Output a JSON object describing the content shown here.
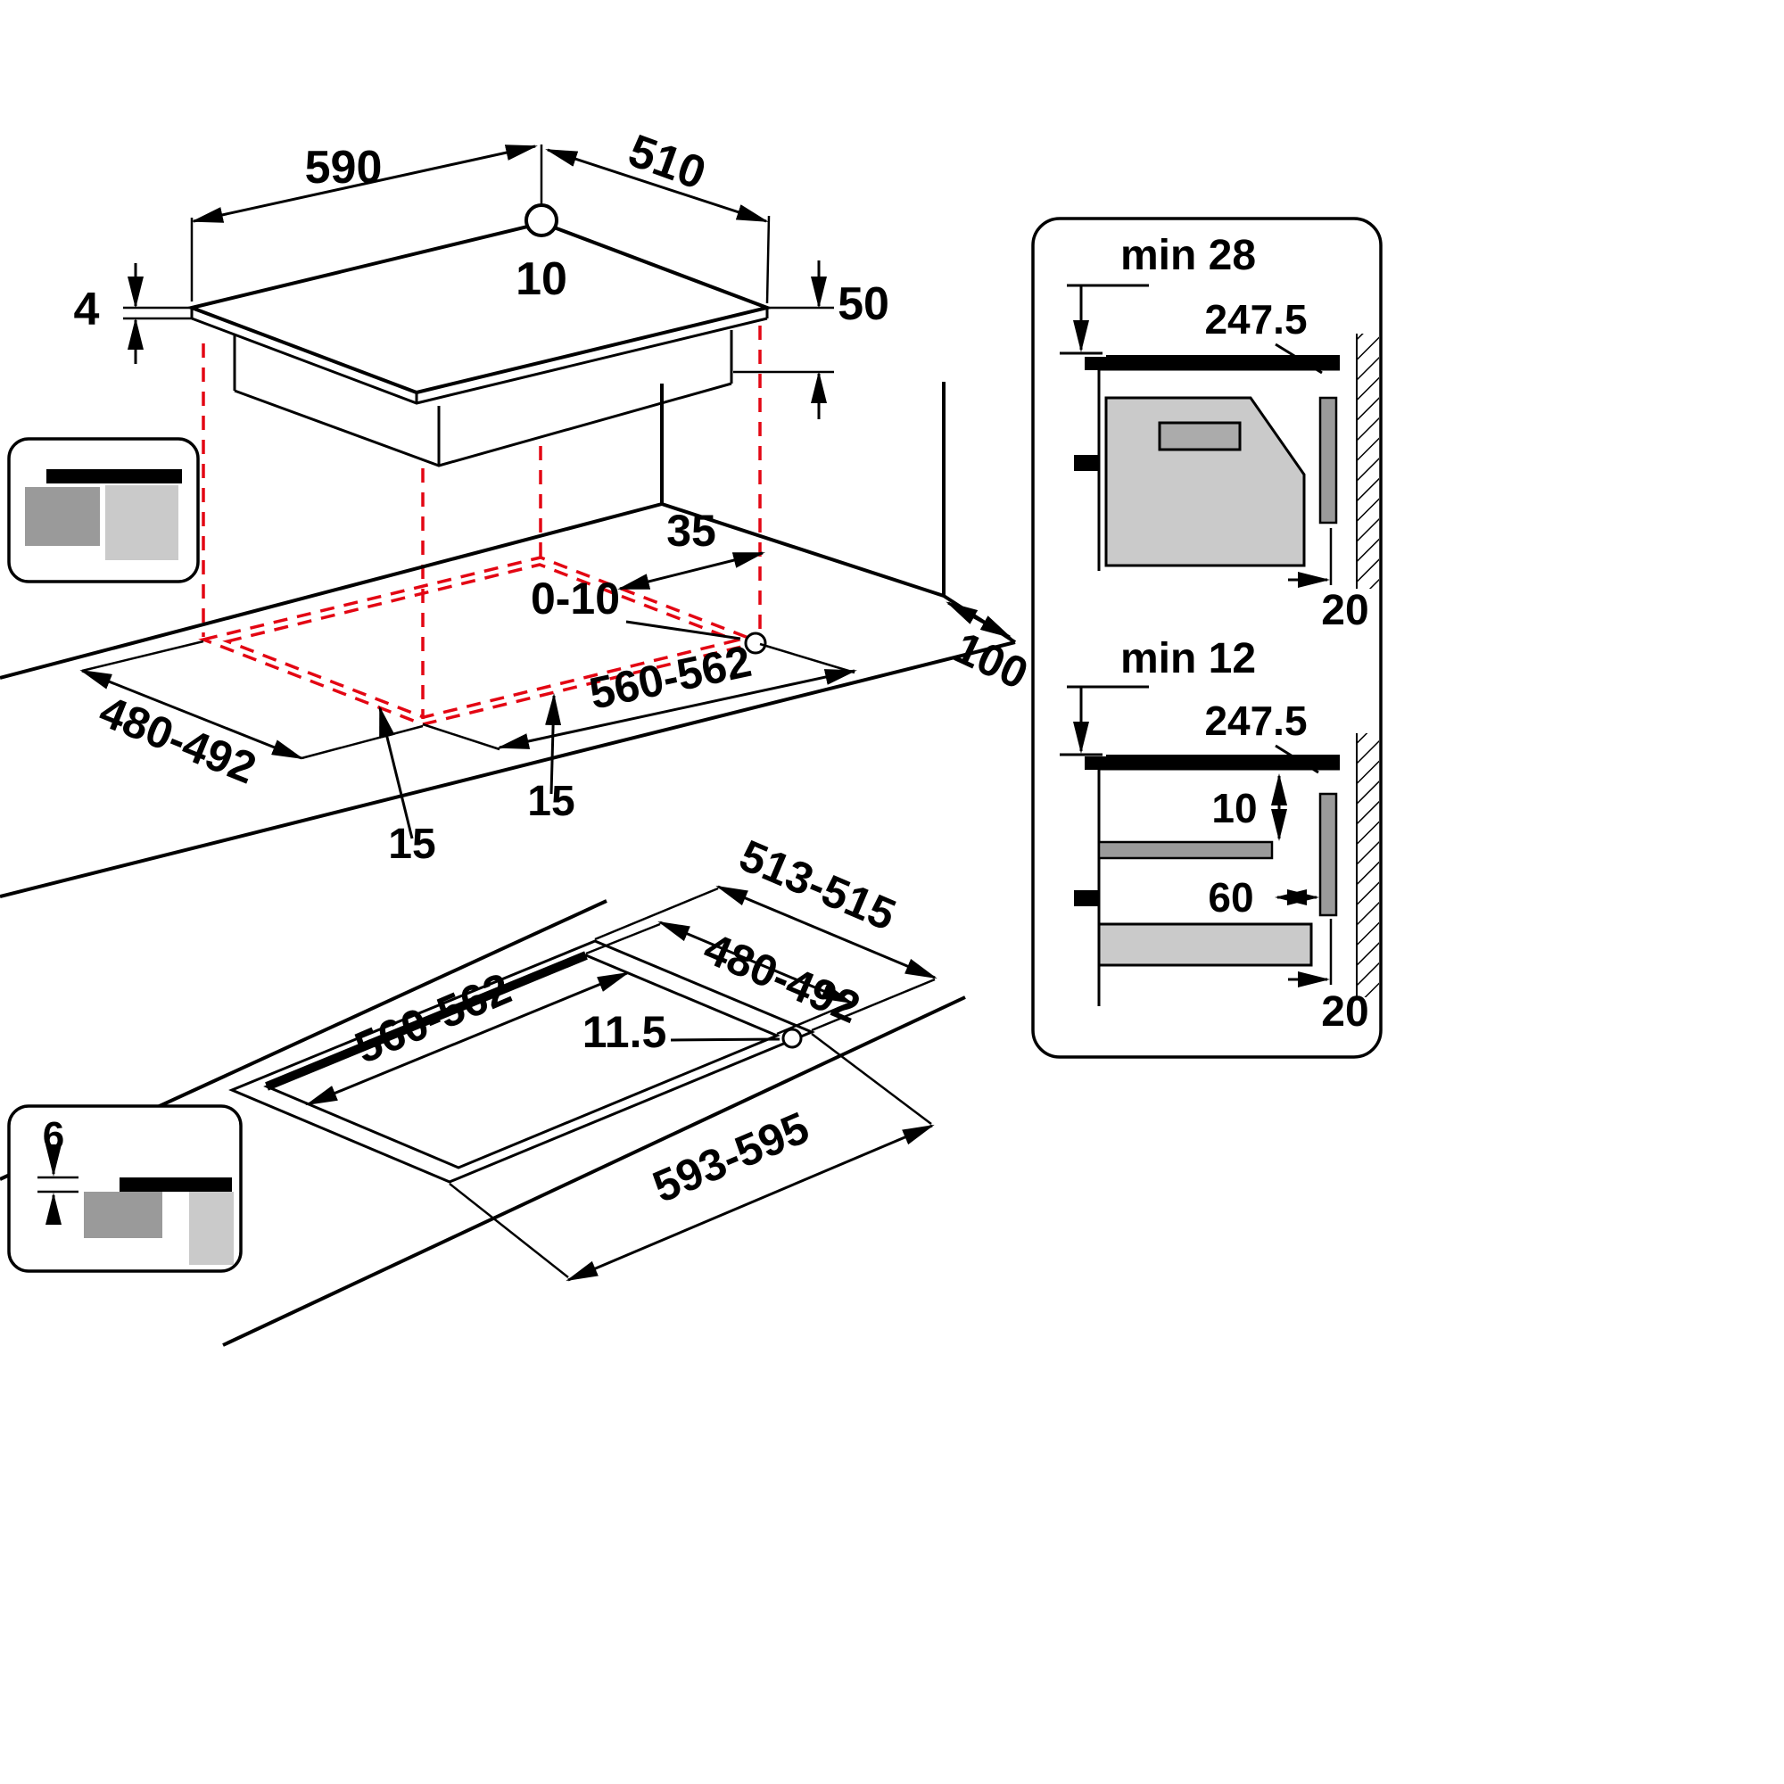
{
  "colors": {
    "line": "#000000",
    "projection_red": "#e30613",
    "gray_mid": "#9a9a9a",
    "gray_light": "#cacaca",
    "background": "#ffffff"
  },
  "hob": {
    "width": "590",
    "depth": "510",
    "hole_inset": "10",
    "glass_thickness": "4",
    "body_height": "50"
  },
  "worktop": {
    "corner_radius": "35",
    "rear_gap": "0-10",
    "side_clearance": "100",
    "cutout_depth": "480-492",
    "cutout_width": "560-562",
    "overlap_front": "15",
    "overlap_side": "15"
  },
  "flush_cutout": {
    "ledge_depth": "513-515",
    "cutout_depth": "480-492",
    "cutout_width": "560-562",
    "ledge_step": "11.5",
    "ledge_width": "593-595"
  },
  "flush_inset": {
    "glass_height": "6"
  },
  "section_oven": {
    "clearance": "min 28",
    "hole_center": "247.5",
    "rear_gap": "20"
  },
  "section_drawer": {
    "clearance": "min 12",
    "hole_center": "247.5",
    "shelf_clearance": "10",
    "shelf_setback": "60",
    "rear_gap": "20"
  }
}
